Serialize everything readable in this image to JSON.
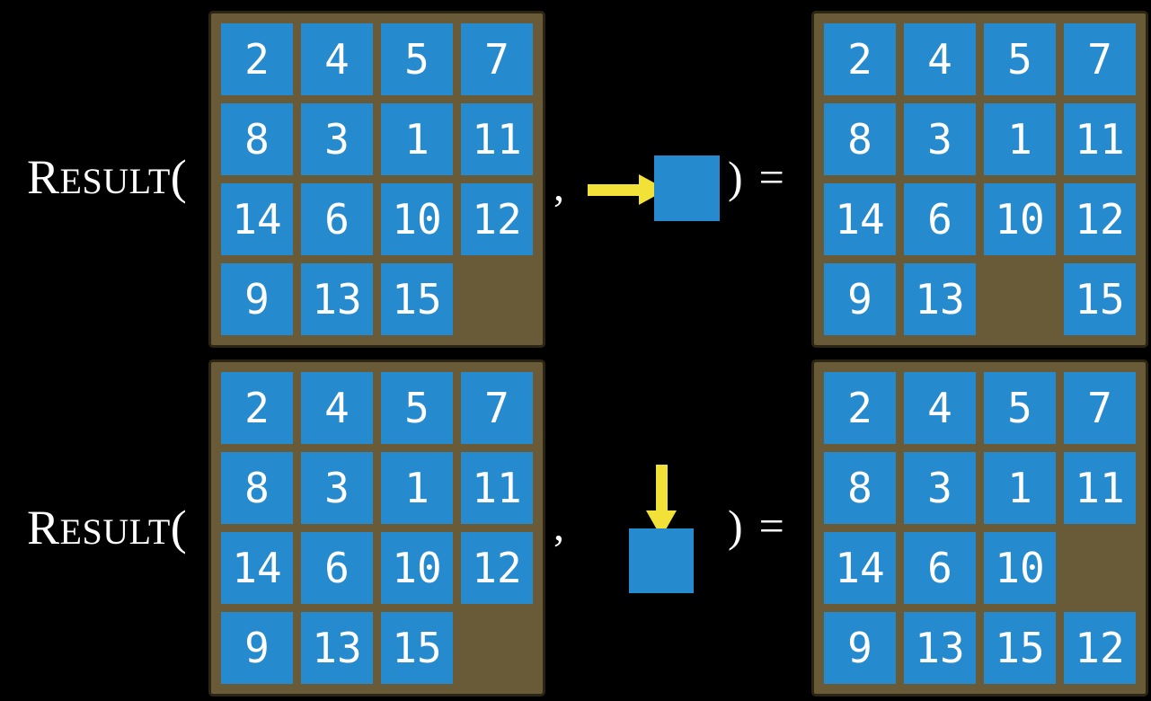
{
  "colors": {
    "background": "#000000",
    "frame": "#6a5b38",
    "frame_border": "#2c2513",
    "tile": "#268ace",
    "arrow": "#f2e136",
    "text": "#ffffff"
  },
  "result_label": {
    "initial": "R",
    "rest": "ESULT",
    "open_paren": "("
  },
  "separators": {
    "comma": ",",
    "close_paren": ")",
    "equals": "="
  },
  "examples": [
    {
      "action_icon": "right-arrow-into-tile",
      "before": [
        [
          "2",
          "4",
          "5",
          "7"
        ],
        [
          "8",
          "3",
          "1",
          "11"
        ],
        [
          "14",
          "6",
          "10",
          "12"
        ],
        [
          "9",
          "13",
          "15",
          ""
        ]
      ],
      "after": [
        [
          "2",
          "4",
          "5",
          "7"
        ],
        [
          "8",
          "3",
          "1",
          "11"
        ],
        [
          "14",
          "6",
          "10",
          "12"
        ],
        [
          "9",
          "13",
          "",
          "15"
        ]
      ]
    },
    {
      "action_icon": "down-arrow-into-tile",
      "before": [
        [
          "2",
          "4",
          "5",
          "7"
        ],
        [
          "8",
          "3",
          "1",
          "11"
        ],
        [
          "14",
          "6",
          "10",
          "12"
        ],
        [
          "9",
          "13",
          "15",
          ""
        ]
      ],
      "after": [
        [
          "2",
          "4",
          "5",
          "7"
        ],
        [
          "8",
          "3",
          "1",
          "11"
        ],
        [
          "14",
          "6",
          "10",
          ""
        ],
        [
          "9",
          "13",
          "15",
          "12"
        ]
      ]
    }
  ]
}
